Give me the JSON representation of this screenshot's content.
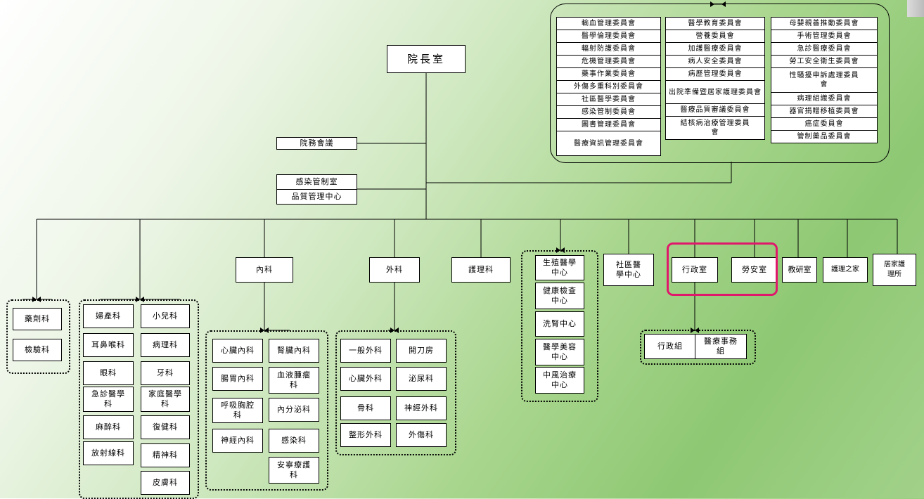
{
  "president": "院長室",
  "meeting": "院務會議",
  "infection_office": "感染管制室",
  "quality_center": "品質管理中心",
  "committees": {
    "col1": [
      "輸血管理委員會",
      "醫學倫理委員會",
      "輻射防護委員會",
      "危機管理委員會",
      "藥事作業委員會",
      "外傷多重科別委員會",
      "社區醫學委員會",
      "感染管制委員會",
      "圖書管理委員會",
      "醫療資訊管理委員會"
    ],
    "col2": [
      "醫學教育委員會",
      "營養委員會",
      "加護醫療委員會",
      "病人安全委員會",
      "病歷管理委員會",
      "出院準備暨居家護理委員會",
      "醫療品質審議委員會",
      "結核病治療管理委員會"
    ],
    "col3": [
      "母嬰親善推動委員會",
      "手術管理委員會",
      "急診醫療委員會",
      "勞工安全衛生委員會",
      "性騷擾申訴處理委員會",
      "病理組織委員會",
      "器官捐贈移植委員會",
      "癌症委員會",
      "管制藥品委員會"
    ]
  },
  "departments": {
    "internal": "內科",
    "surgery": "外科",
    "nursing": "護理科",
    "community": "社區醫學中心",
    "admin": "行政室",
    "labor": "勞安室",
    "research": "教研室",
    "nursing_home": "護理之家",
    "home_care": "居家護理所"
  },
  "pharmacy_group": [
    "藥劑科",
    "檢驗科"
  ],
  "clinical_left": [
    "婦產科",
    "耳鼻喉科",
    "眼科",
    "急診醫學科",
    "麻醉科",
    "放射線科"
  ],
  "clinical_right": [
    "小兒科",
    "病理科",
    "牙科",
    "家庭醫學科",
    "復健科",
    "精神科",
    "皮膚科"
  ],
  "internal_left": [
    "心臟內科",
    "腸胃內科",
    "呼吸胸腔科",
    "神經內科"
  ],
  "internal_right": [
    "腎臟內科",
    "血液腫瘤科",
    "內分泌科",
    "感染科",
    "安寧療護科"
  ],
  "surgery_left": [
    "一般外科",
    "心臟外科",
    "骨科",
    "整形外科"
  ],
  "surgery_right": [
    "開刀房",
    "泌尿科",
    "神經外科",
    "外傷科"
  ],
  "centers": [
    "生殖醫學中心",
    "健康檢查中心",
    "洗腎中心",
    "醫學美容中心",
    "中風治療中心"
  ],
  "admin_sub": [
    "行政組",
    "醫療事務組"
  ],
  "colors": {
    "highlight": "#e0186c",
    "line": "#000000",
    "background": "#a9d68e"
  }
}
